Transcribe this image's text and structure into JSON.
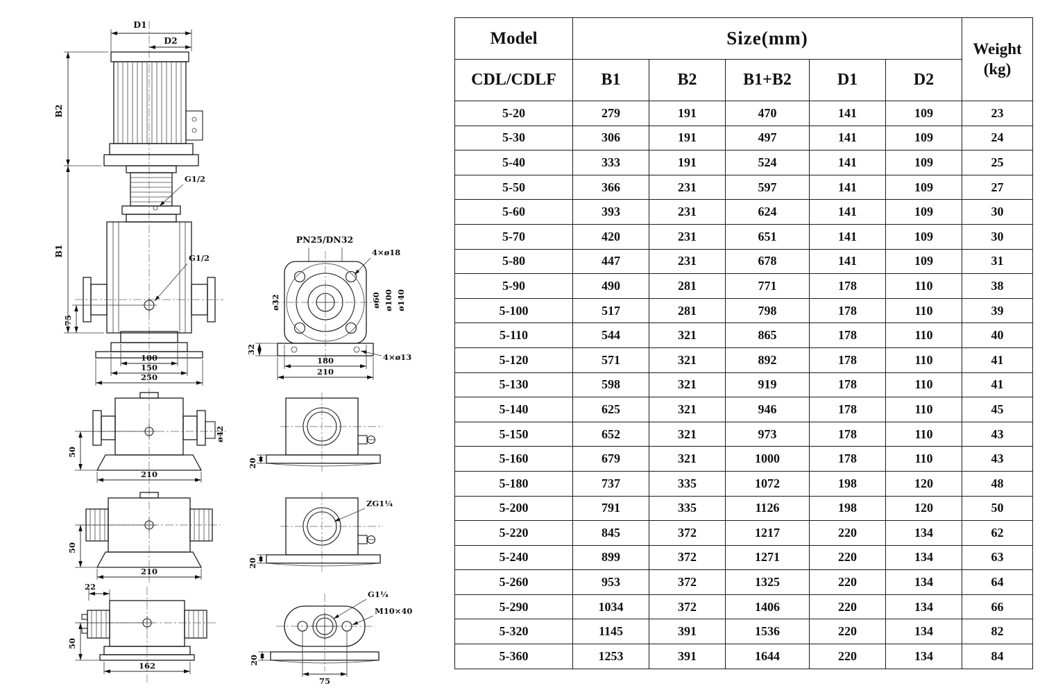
{
  "drawing": {
    "main": {
      "d1": "D1",
      "d2": "D2",
      "b1": "B1",
      "b2": "B2",
      "g12_upper": "G1/2",
      "g12_lower": "G1/2",
      "dim75": "75",
      "dim100": "100",
      "dim150": "150",
      "dim250": "250"
    },
    "flange": {
      "title": "PN25/DN32",
      "holes_top": "4×ø18",
      "dia32": "ø32",
      "dia60": "ø60",
      "dia100": "ø100",
      "dia140": "ø140",
      "dim32": "32",
      "dim180": "180",
      "dim210": "210",
      "holes_base": "4×ø13"
    },
    "inline_view": {
      "dim50": "50",
      "dim210": "210",
      "dia42": "ø42",
      "dim20": "20"
    },
    "thread_view": {
      "dim50": "50",
      "dim210": "210",
      "thread": "ZG1¼",
      "dim20": "20"
    },
    "oval_view": {
      "dim22": "22",
      "dim50": "50",
      "dim162": "162",
      "thread": "G1¼",
      "bolt": "M10×40",
      "dim20": "20",
      "dim75": "75"
    }
  },
  "table": {
    "header": {
      "model": "Model",
      "size": "Size(mm)",
      "weight": "Weight",
      "weight_unit": "(kg)",
      "series": "CDL/CDLF",
      "columns": [
        "B1",
        "B2",
        "B1+B2",
        "D1",
        "D2"
      ]
    },
    "rows": [
      [
        "5-20",
        "279",
        "191",
        "470",
        "141",
        "109",
        "23"
      ],
      [
        "5-30",
        "306",
        "191",
        "497",
        "141",
        "109",
        "24"
      ],
      [
        "5-40",
        "333",
        "191",
        "524",
        "141",
        "109",
        "25"
      ],
      [
        "5-50",
        "366",
        "231",
        "597",
        "141",
        "109",
        "27"
      ],
      [
        "5-60",
        "393",
        "231",
        "624",
        "141",
        "109",
        "30"
      ],
      [
        "5-70",
        "420",
        "231",
        "651",
        "141",
        "109",
        "30"
      ],
      [
        "5-80",
        "447",
        "231",
        "678",
        "141",
        "109",
        "31"
      ],
      [
        "5-90",
        "490",
        "281",
        "771",
        "178",
        "110",
        "38"
      ],
      [
        "5-100",
        "517",
        "281",
        "798",
        "178",
        "110",
        "39"
      ],
      [
        "5-110",
        "544",
        "321",
        "865",
        "178",
        "110",
        "40"
      ],
      [
        "5-120",
        "571",
        "321",
        "892",
        "178",
        "110",
        "41"
      ],
      [
        "5-130",
        "598",
        "321",
        "919",
        "178",
        "110",
        "41"
      ],
      [
        "5-140",
        "625",
        "321",
        "946",
        "178",
        "110",
        "45"
      ],
      [
        "5-150",
        "652",
        "321",
        "973",
        "178",
        "110",
        "43"
      ],
      [
        "5-160",
        "679",
        "321",
        "1000",
        "178",
        "110",
        "43"
      ],
      [
        "5-180",
        "737",
        "335",
        "1072",
        "198",
        "120",
        "48"
      ],
      [
        "5-200",
        "791",
        "335",
        "1126",
        "198",
        "120",
        "50"
      ],
      [
        "5-220",
        "845",
        "372",
        "1217",
        "220",
        "134",
        "62"
      ],
      [
        "5-240",
        "899",
        "372",
        "1271",
        "220",
        "134",
        "63"
      ],
      [
        "5-260",
        "953",
        "372",
        "1325",
        "220",
        "134",
        "64"
      ],
      [
        "5-290",
        "1034",
        "372",
        "1406",
        "220",
        "134",
        "66"
      ],
      [
        "5-320",
        "1145",
        "391",
        "1536",
        "220",
        "134",
        "82"
      ],
      [
        "5-360",
        "1253",
        "391",
        "1644",
        "220",
        "134",
        "84"
      ]
    ]
  }
}
